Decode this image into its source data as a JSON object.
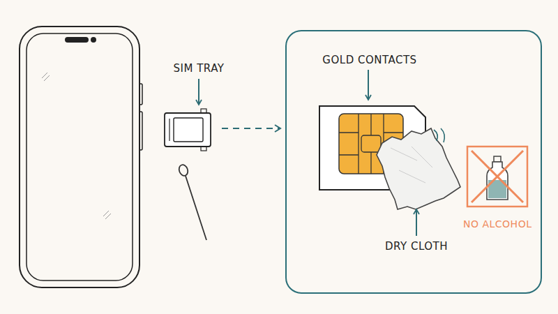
{
  "diagram": {
    "nodes": [
      {
        "text": [
          "NO ALCOHOL"
        ]
      }
    ],
    "labels": [
      "SIM TRAY",
      "GOLD CONTACTS",
      "DRY CLOTH"
    ]
  }
}
